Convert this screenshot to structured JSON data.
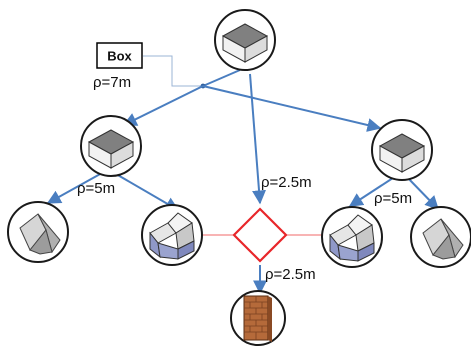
{
  "legend": {
    "box_label": "Box",
    "box_rho": "ρ=7m"
  },
  "edges": {
    "top_left_right": "ρ=5m",
    "top_right_left": "ρ=5m",
    "center": "ρ=2.5m",
    "bottom": "ρ=2.5m"
  },
  "colors": {
    "arrow": "#4a7ec0",
    "diamond": "#e8262a",
    "connector": "#f06a6a",
    "node_border": "#1a1a1a",
    "box_top": "#808080",
    "box_side": "#ececec",
    "half_box": "#9aa3cf",
    "brick": "#b56a3a"
  },
  "nodes": [
    {
      "id": "root",
      "icon": "box-icon"
    },
    {
      "id": "left",
      "icon": "box-icon"
    },
    {
      "id": "right",
      "icon": "box-icon"
    },
    {
      "id": "left-leaf-1",
      "icon": "gable-roof-icon"
    },
    {
      "id": "left-leaf-2",
      "icon": "open-box-icon"
    },
    {
      "id": "right-leaf-1",
      "icon": "open-box-icon"
    },
    {
      "id": "right-leaf-2",
      "icon": "gable-roof-icon"
    },
    {
      "id": "bottom",
      "icon": "brick-column-icon"
    }
  ]
}
